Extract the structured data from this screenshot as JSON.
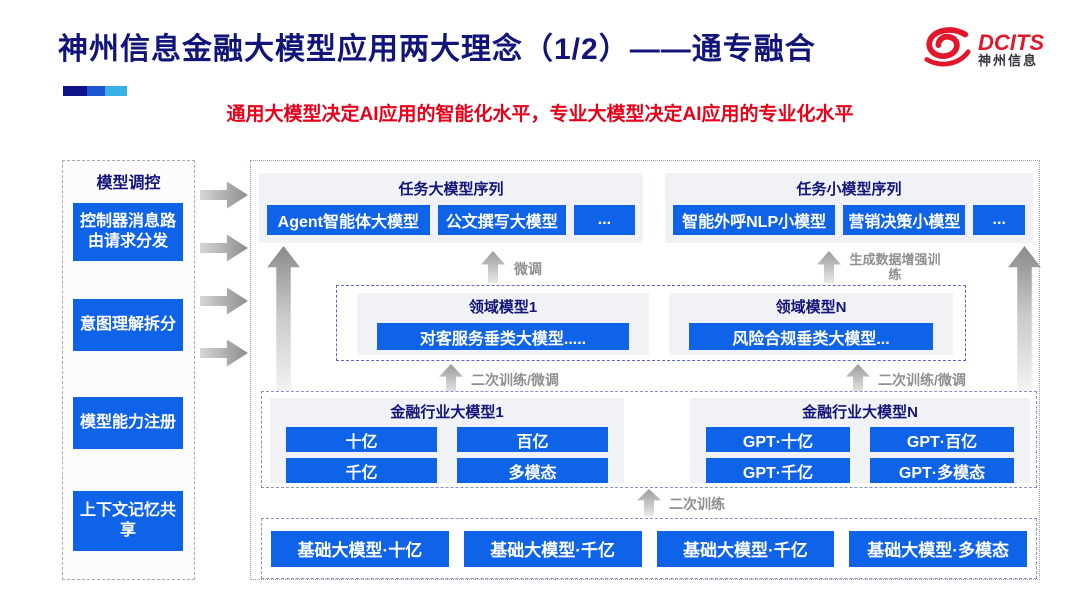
{
  "header": {
    "title": "神州信息金融大模型应用两大理念（1/2）——通专融合",
    "subtitle": "通用大模型决定AI应用的智能化水平，专业大模型决定AI应用的专业化水平",
    "logo": {
      "name": "DCITS",
      "subname": "神州信息"
    }
  },
  "sidebar": {
    "title": "模型调控",
    "items": [
      {
        "label": "控制器消息路由请求分发"
      },
      {
        "label": "意图理解拆分"
      },
      {
        "label": "模型能力注册"
      },
      {
        "label": "上下文记忆共享"
      }
    ]
  },
  "diagram": {
    "task_large": {
      "title": "任务大模型序列",
      "items": [
        "Agent智能体大模型",
        "公文撰写大模型",
        "..."
      ]
    },
    "task_small": {
      "title": "任务小模型序列",
      "items": [
        "智能外呼NLP小模型",
        "营销决策小模型",
        "..."
      ]
    },
    "labels": {
      "finetune": "微调",
      "gen_train": "生成数据增强训练",
      "retrain_left": "二次训练/微调",
      "retrain_right": "二次训练/微调",
      "retrain": "二次训练"
    },
    "domain": {
      "left": {
        "title": "领域模型1",
        "item": "对客服务垂类大模型....."
      },
      "right": {
        "title": "领域模型N",
        "item": "风险合规垂类大模型..."
      }
    },
    "industry": {
      "left": {
        "title": "金融行业大模型1",
        "items": [
          "十亿",
          "百亿",
          "千亿",
          "多模态"
        ]
      },
      "right": {
        "title": "金融行业大模型N",
        "items": [
          "GPT·十亿",
          "GPT·百亿",
          "GPT·千亿",
          "GPT·多模态"
        ]
      }
    },
    "foundation": {
      "items": [
        "基础大模型·十亿",
        "基础大模型·千亿",
        "基础大模型·千亿",
        "基础大模型·多模态"
      ]
    }
  },
  "colors": {
    "accent_blue": "#0f63e8",
    "title_navy": "#13147a",
    "subtitle_red": "#e60019",
    "logo_red": "#e2172c",
    "deco_bar": [
      "#10128c",
      "#1f56d4",
      "#3ab1e6"
    ]
  }
}
